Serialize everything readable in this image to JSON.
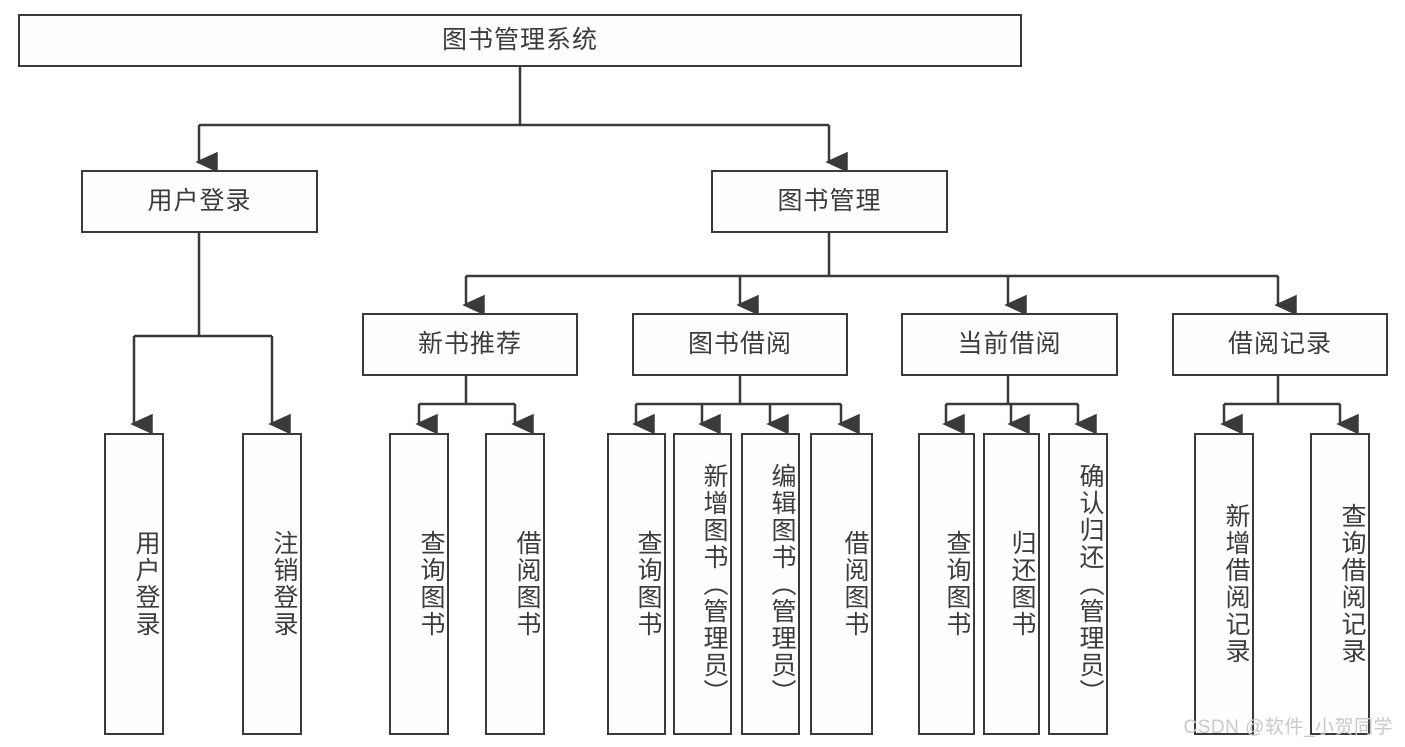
{
  "diagram": {
    "title": "图书管理系统",
    "type": "tree-hierarchy-chart",
    "colors": {
      "stroke": "#3a3a3a",
      "fill": "#fefefe",
      "text": "#3c3c3c",
      "watermark": "#c9c9c9"
    },
    "root": {
      "label": "图书管理系统"
    },
    "level2": [
      {
        "label": "用户登录"
      },
      {
        "label": "图书管理"
      }
    ],
    "level3": [
      {
        "label": "新书推荐"
      },
      {
        "label": "图书借阅"
      },
      {
        "label": "当前借阅"
      },
      {
        "label": "借阅记录"
      }
    ],
    "leaves": {
      "user_login": [
        {
          "label": "用户登录"
        },
        {
          "label": "注销登录"
        }
      ],
      "new_book": [
        {
          "label": "查询图书"
        },
        {
          "label": "借阅图书"
        }
      ],
      "book_borrow": [
        {
          "label": "查询图书"
        },
        {
          "label": "新增图书（管理员）"
        },
        {
          "label": "编辑图书（管理员）"
        },
        {
          "label": "借阅图书"
        }
      ],
      "current_borrow": [
        {
          "label": "查询图书"
        },
        {
          "label": "归还图书"
        },
        {
          "label": "确认归还（管理员）"
        }
      ],
      "borrow_record": [
        {
          "label": "新增借阅记录"
        },
        {
          "label": "查询借阅记录"
        }
      ]
    },
    "watermark": "CSDN @软件_小贺同学"
  }
}
